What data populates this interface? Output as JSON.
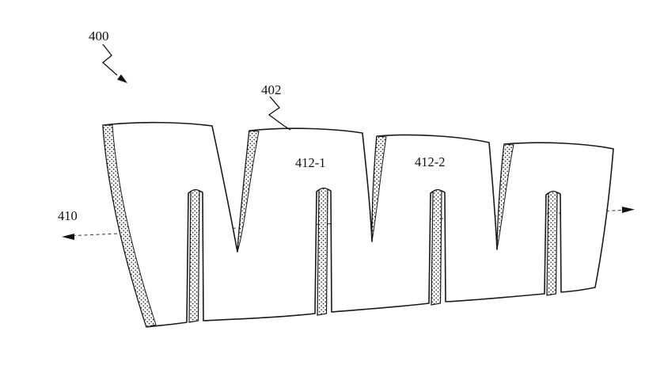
{
  "figure": {
    "kind": "patent-line-drawing",
    "labels": {
      "assembly": "400",
      "wall": "402",
      "segment_1": "412-1",
      "segment_2": "412-2",
      "axis": "410"
    },
    "colors": {
      "ink": "#111111",
      "background": "#ffffff"
    }
  }
}
